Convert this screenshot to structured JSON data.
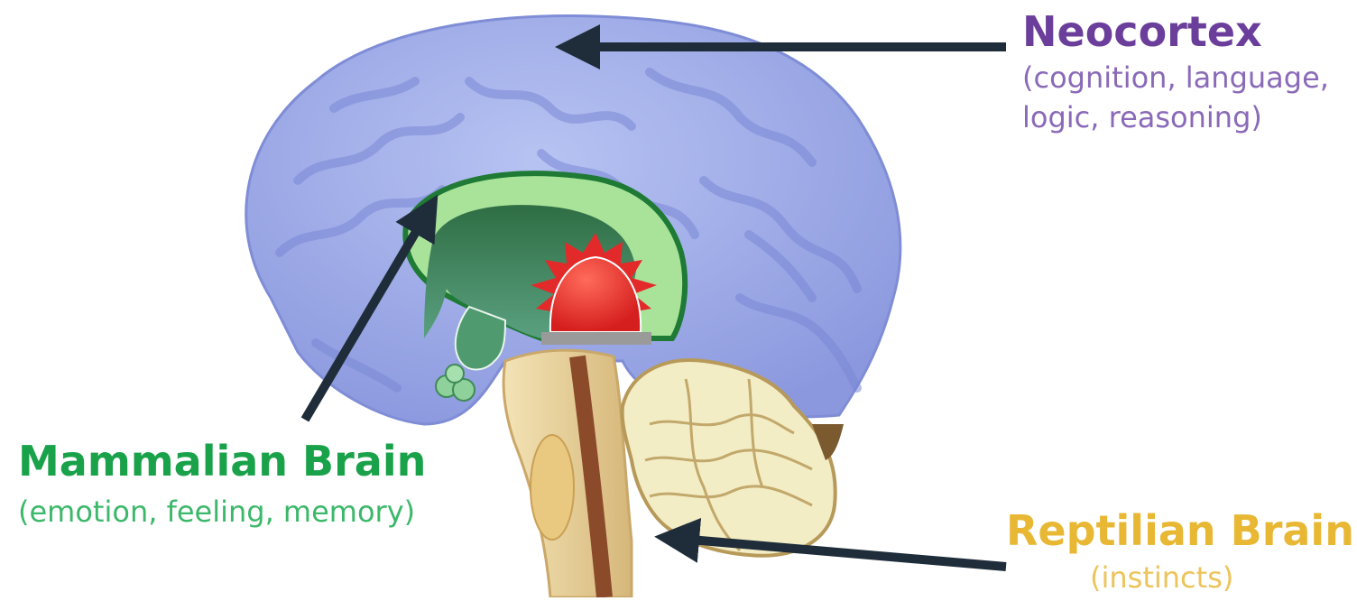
{
  "colors": {
    "neocortex": "#6a3e9a",
    "neocortex_sub": "#8a6ab8",
    "mammalian": "#1aa24a",
    "mammalian_sub": "#3cb86a",
    "reptilian": "#e8b834",
    "reptilian_sub": "#ecc45a",
    "arrow": "#1f2d3a",
    "cortex_fill": "#9aa8e6",
    "limbic_fill": "#3f8a58",
    "alarm": "#e32a2a"
  },
  "neocortex": {
    "title": "Neocortex",
    "subtitle_line1": "(cognition, language,",
    "subtitle_line2": "logic, reasoning)"
  },
  "mammalian": {
    "title": "Mammalian Brain",
    "subtitle": "(emotion, feeling, memory)"
  },
  "reptilian": {
    "title": "Reptilian Brain",
    "subtitle": "(instincts)"
  },
  "icons": [
    "brain-illustration",
    "alarm-icon"
  ]
}
